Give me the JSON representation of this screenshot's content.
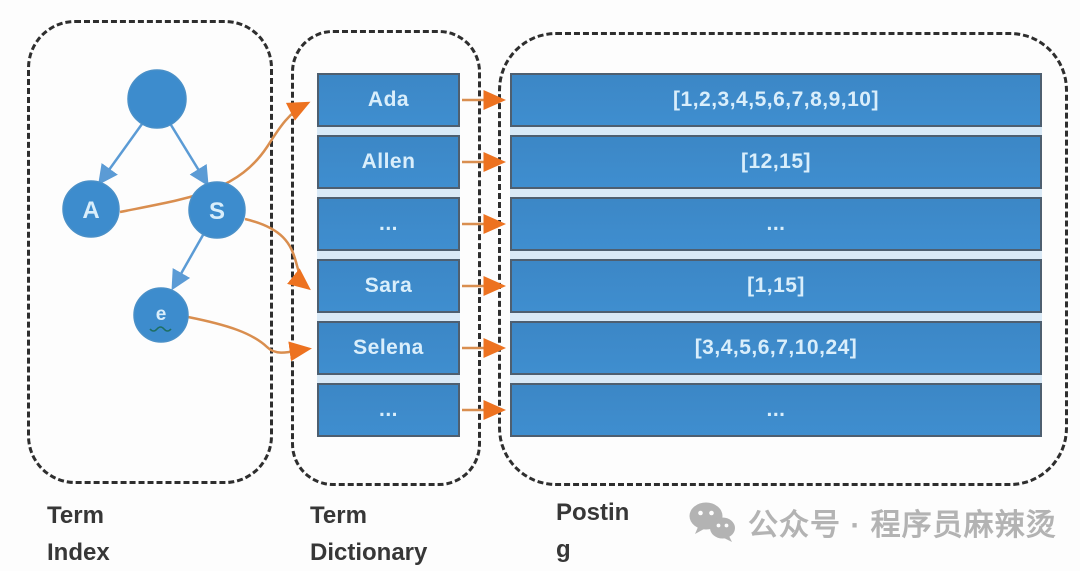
{
  "diagram_title": "inverted-index-structure",
  "tree": {
    "nodes": [
      {
        "id": "root",
        "label": ""
      },
      {
        "id": "A",
        "label": "A"
      },
      {
        "id": "S",
        "label": "S"
      },
      {
        "id": "e",
        "label": "e"
      }
    ],
    "edges": [
      "root-A",
      "root-S",
      "S-e"
    ]
  },
  "dictionary": {
    "rows": [
      "Ada",
      "Allen",
      "...",
      "Sara",
      "Selena",
      "..."
    ]
  },
  "posting": {
    "rows": [
      "[1,2,3,4,5,6,7,8,9,10]",
      "[12,15]",
      "...",
      "[1,15]",
      "[3,4,5,6,7,10,24]",
      "..."
    ]
  },
  "mappings": [
    {
      "from": "A",
      "to": "Ada"
    },
    {
      "from": "S",
      "to": "Sara"
    },
    {
      "from": "e",
      "to": "Selena"
    }
  ],
  "labels": {
    "term_index": "Term\nIndex",
    "term_dictionary": "Term\nDictionary",
    "posting": "Postin\ng"
  },
  "watermark": {
    "icon": "wechat-icon",
    "text": "公众号 · 程序员麻辣烫"
  },
  "colors": {
    "cell_blue": "#3e8ccd",
    "cell_border": "#4e5f70",
    "cell_text": "#d9eefb",
    "gap_blue": "#d9e9f6",
    "tree_edge_blue": "#5b9bd5",
    "link_orange_line": "#d98e4f",
    "link_orange_head": "#ed7220",
    "dashed_border": "#2e2e2e",
    "label_text": "#373737",
    "watermark_gray": "#b3b3b3"
  }
}
